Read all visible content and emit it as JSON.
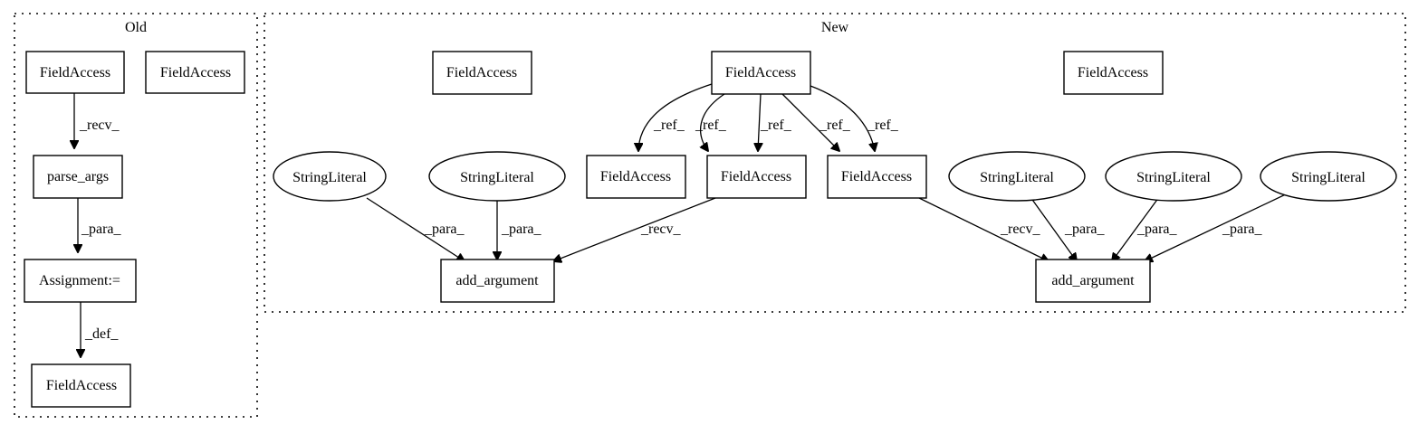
{
  "clusters": {
    "old": {
      "label": "Old"
    },
    "new": {
      "label": "New"
    }
  },
  "nodes": {
    "old_fa_top": "FieldAccess",
    "old_fa_top2": "FieldAccess",
    "old_parse_args": "parse_args",
    "old_assignment": "Assignment:=",
    "old_fa_bottom": "FieldAccess",
    "new_fa_lone_left": "FieldAccess",
    "new_fa_hub": "FieldAccess",
    "new_fa_lone_right": "FieldAccess",
    "new_fa_a": "FieldAccess",
    "new_fa_b": "FieldAccess",
    "new_fa_c": "FieldAccess",
    "new_str_1": "StringLiteral",
    "new_str_2": "StringLiteral",
    "new_str_3": "StringLiteral",
    "new_str_4": "StringLiteral",
    "new_str_5": "StringLiteral",
    "new_add_arg_left": "add_argument",
    "new_add_arg_right": "add_argument"
  },
  "edges": {
    "old_recv": "_recv_",
    "old_para": "_para_",
    "old_def": "_def_",
    "ref_1": "_ref_",
    "ref_2": "_ref_",
    "ref_3": "_ref_",
    "ref_4": "_ref_",
    "ref_5": "_ref_",
    "left_para_1": "_para_",
    "left_para_2": "_para_",
    "left_recv": "_recv_",
    "right_recv": "_recv_",
    "right_para_1": "_para_",
    "right_para_2": "_para_",
    "right_para_3": "_para_"
  }
}
